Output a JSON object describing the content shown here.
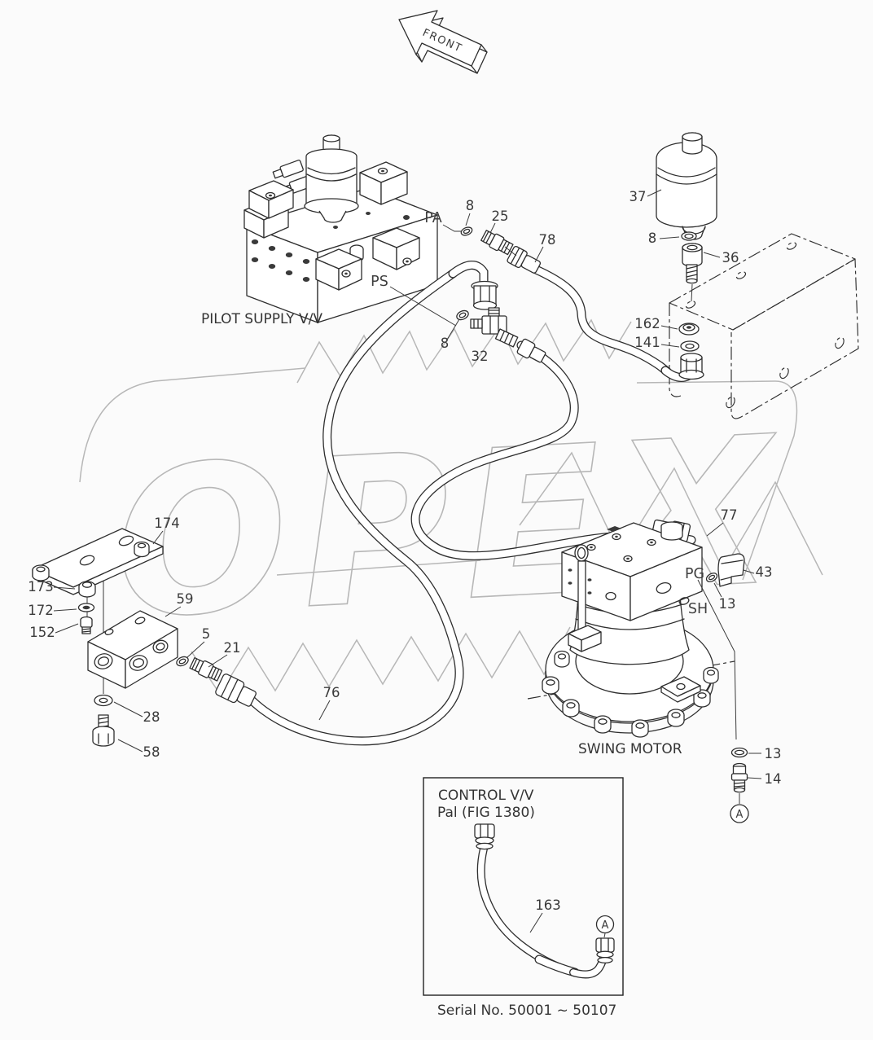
{
  "colors": {
    "background": "#fbfbfb",
    "line": "#2e2e2e",
    "label": "#3a3a3a",
    "watermark": "#b7b7b7"
  },
  "front_arrow": {
    "label": "FRONT"
  },
  "watermark": {
    "text": "OPEX"
  },
  "components": {
    "pilot_supply_valve": {
      "caption": "PILOT SUPPLY V/V",
      "port_pa": "PA",
      "port_ps": "PS"
    },
    "swing_motor": {
      "caption": "SWING MOTOR",
      "port_pg": "PG",
      "port_sh": "SH"
    },
    "accumulator_ref": "37"
  },
  "callouts": {
    "oring_pa": "8",
    "adapter_pa": "25",
    "hose_upper": "78",
    "accumulator": "37",
    "oring_acc": "8",
    "bolt_acc": "36",
    "nut_bracket": "162",
    "washer_bracket": "141",
    "oring_tee": "8",
    "tee": "32",
    "plate": "174",
    "nut_plate": "173",
    "washer_plate": "172",
    "bolt_plate": "152",
    "block": "59",
    "oring_block": "5",
    "adapter_block": "21",
    "hose_lower": "76",
    "washer_block": "28",
    "bolt_block": "58",
    "hose_swing": "77",
    "elbow_swing": "43",
    "oring_swing": "13",
    "oring_drain": "13",
    "nipple_drain": "14"
  },
  "ref_marker": {
    "label": "A"
  },
  "inset": {
    "title": "CONTROL V/V",
    "subtitle": "Pal (FIG 1380)",
    "hose": "163",
    "ref_label": "A"
  },
  "serial_note": "Serial No. 50001 ~ 50107"
}
